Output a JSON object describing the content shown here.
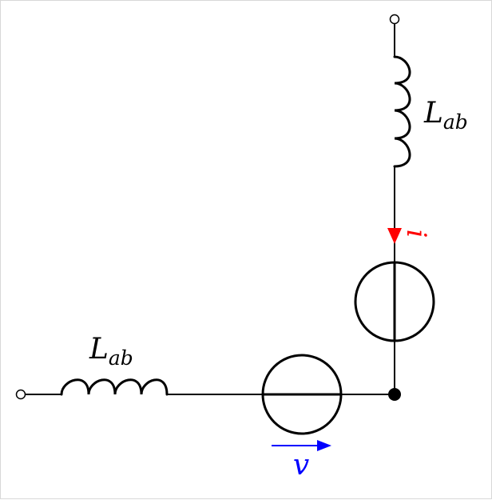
{
  "diagram": {
    "colors": {
      "wire": "#000000",
      "current": "#ff0000",
      "voltage": "#0000ff"
    },
    "labels": {
      "inductor_top": {
        "main": "L",
        "sub": "ab"
      },
      "inductor_left": {
        "main": "L",
        "sub": "ab"
      },
      "current": "i",
      "voltage": "v"
    }
  }
}
